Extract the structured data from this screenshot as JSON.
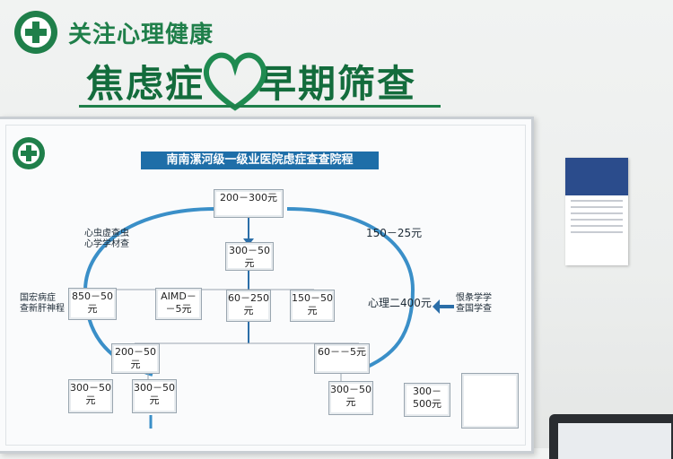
{
  "wall": {
    "slogan_top": "关注心理健康",
    "slogan_main_left": "焦虑症",
    "slogan_main_right": "早期筛查"
  },
  "board": {
    "title": "南南漯河级一级业医院虑症查查院程",
    "nodes": [
      {
        "caption": "",
        "value": "200－300元"
      },
      {
        "caption": "",
        "value": "300－50元"
      },
      {
        "caption": "",
        "value": "850－50元"
      },
      {
        "caption": "",
        "value": "AIMD－－5元"
      },
      {
        "caption": "",
        "value": "60－250元"
      },
      {
        "caption": "",
        "value": "150－50元"
      },
      {
        "caption": "",
        "value": "200－50元"
      },
      {
        "caption": "",
        "value": "60－－5元"
      },
      {
        "caption": "",
        "value": "300－50元"
      },
      {
        "caption": "",
        "value": "300－50元"
      },
      {
        "caption": "",
        "value": "300－50元"
      },
      {
        "caption": "",
        "value": "300－500元"
      }
    ],
    "labels": {
      "left_upper_line1": "心虫虚查虫",
      "left_upper_line2": "心学学材查",
      "left_mid_line1": "国宏病症",
      "left_mid_line2": "查新肝神程",
      "right_top": "150－25元",
      "right_mid": "心理二400元",
      "right_side_line1": "恨彖学学",
      "right_side_line2": "查国学查"
    }
  },
  "colors": {
    "brand_green": "#136c3c",
    "board_blue": "#1e6ea8",
    "arc_blue": "#3a8fc8"
  }
}
